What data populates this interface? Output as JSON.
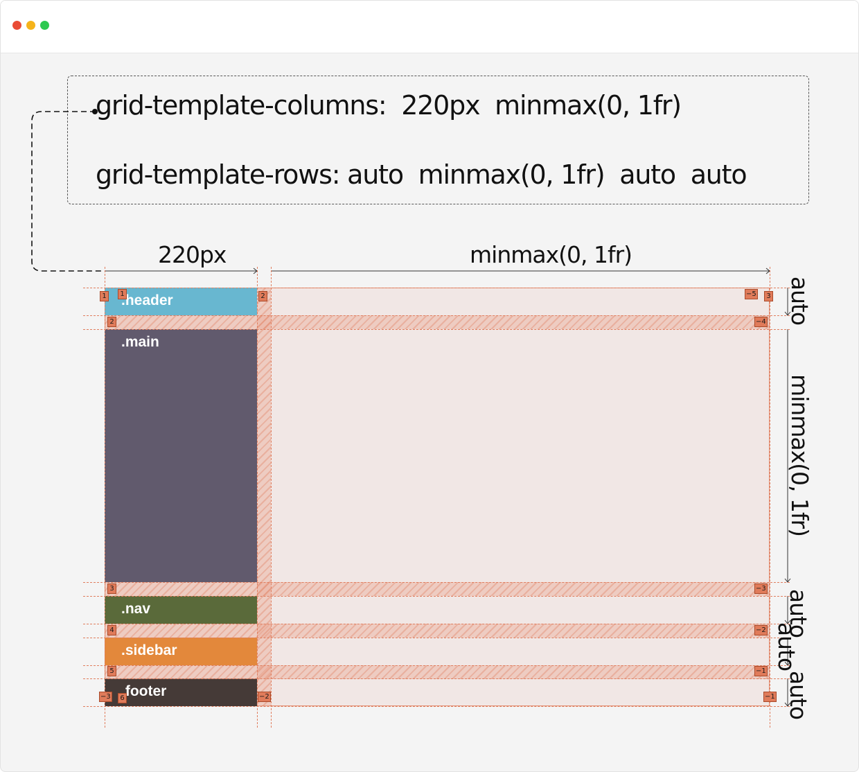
{
  "window": {
    "controls": [
      {
        "name": "close",
        "color": "#e94b35"
      },
      {
        "name": "minimize",
        "color": "#f5b31b"
      },
      {
        "name": "maximize",
        "color": "#2ec950"
      }
    ]
  },
  "code": {
    "columns_line": "grid-template-columns:  220px  minmax(0, 1fr)",
    "rows_line": "grid-template-rows: auto  minmax(0, 1fr)  auto  auto"
  },
  "tracks": {
    "columns": [
      "220px",
      "minmax(0, 1fr)"
    ],
    "rows": [
      "auto",
      "minmax(0, 1fr)",
      "auto",
      "auto",
      "auto"
    ]
  },
  "areas": [
    {
      "name": ".header",
      "color": "#68b7d0"
    },
    {
      "name": ".main",
      "color": "#615a6d"
    },
    {
      "name": ".nav",
      "color": "#5a6a3a"
    },
    {
      "name": ".sidebar",
      "color": "#e3883b"
    },
    {
      "name": ".footer",
      "color": "#453a37"
    }
  ],
  "line_numbers": {
    "row_positive": [
      "1",
      "2",
      "3",
      "4",
      "5",
      "6"
    ],
    "row_negative": [
      "-5",
      "-4",
      "-3",
      "-2",
      "-1"
    ],
    "col_positive": [
      "1",
      "2",
      "3"
    ],
    "col_negative": [
      "-3",
      "-2",
      "-1"
    ]
  },
  "colors": {
    "grid_line": "#e07d5d",
    "badge": "#e07b5a",
    "grid_background": "#f1e7e5"
  }
}
